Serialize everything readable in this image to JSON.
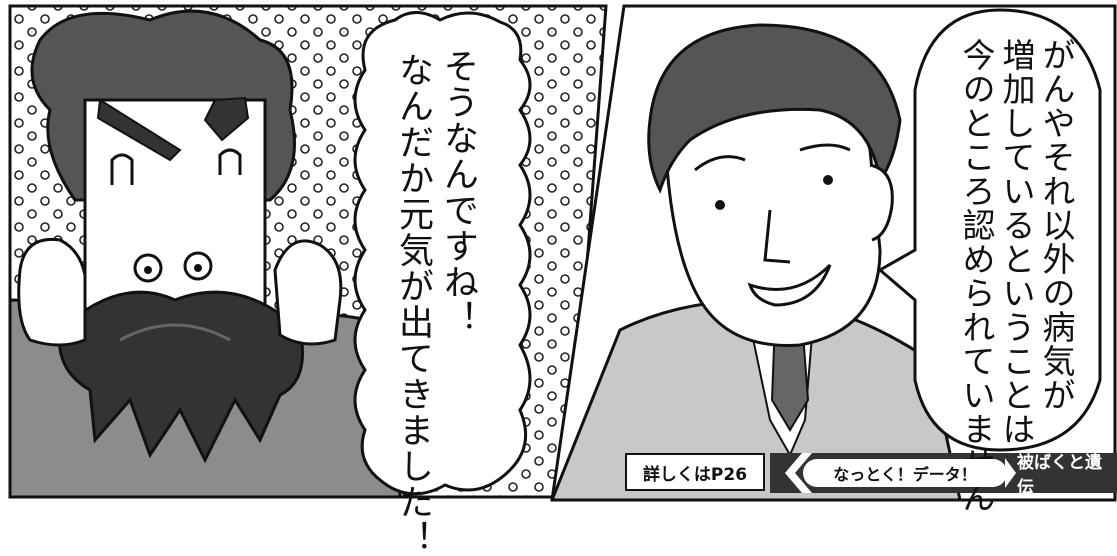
{
  "panel_left": {
    "speech_lines": [
      "そうなんですね！",
      "なんだか元気が出てきました！"
    ]
  },
  "panel_right": {
    "speech_lines": [
      "がんやそれ以外の病気が",
      "増加しているということは",
      "今のところ認められていません"
    ]
  },
  "footer": {
    "reference": "詳しくはP26",
    "series": "なっとく！データ！",
    "topic": "被ばくと遺伝"
  },
  "colors": {
    "ink": "#111111",
    "grey_suit": "#8c8c8c",
    "light_grey": "#c8c8c8",
    "paper": "#ffffff"
  }
}
